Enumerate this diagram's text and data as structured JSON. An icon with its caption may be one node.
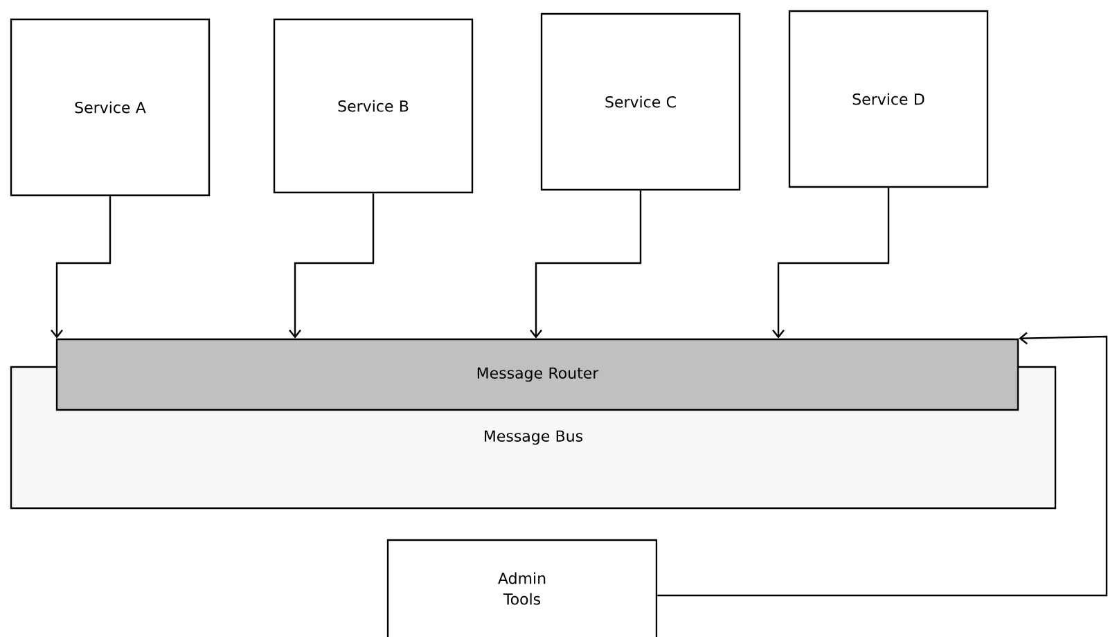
{
  "diagram": {
    "nodes": [
      {
        "text": [
          "Service A"
        ]
      },
      {
        "text": [
          "Service B"
        ]
      },
      {
        "text": [
          "Service C"
        ]
      },
      {
        "text": [
          "Service D"
        ]
      },
      {
        "text": [
          "Message Router"
        ]
      },
      {
        "text": [
          "Message Bus"
        ]
      },
      {
        "text": [
          "Admin Tools"
        ]
      }
    ],
    "edges": [
      {
        "from": 0,
        "to": 4,
        "arrow": "to"
      },
      {
        "from": 1,
        "to": 4,
        "arrow": "to"
      },
      {
        "from": 2,
        "to": 4,
        "arrow": "to"
      },
      {
        "from": 3,
        "to": 4,
        "arrow": "to"
      },
      {
        "from": 6,
        "to": 4,
        "arrow": "to"
      }
    ]
  }
}
